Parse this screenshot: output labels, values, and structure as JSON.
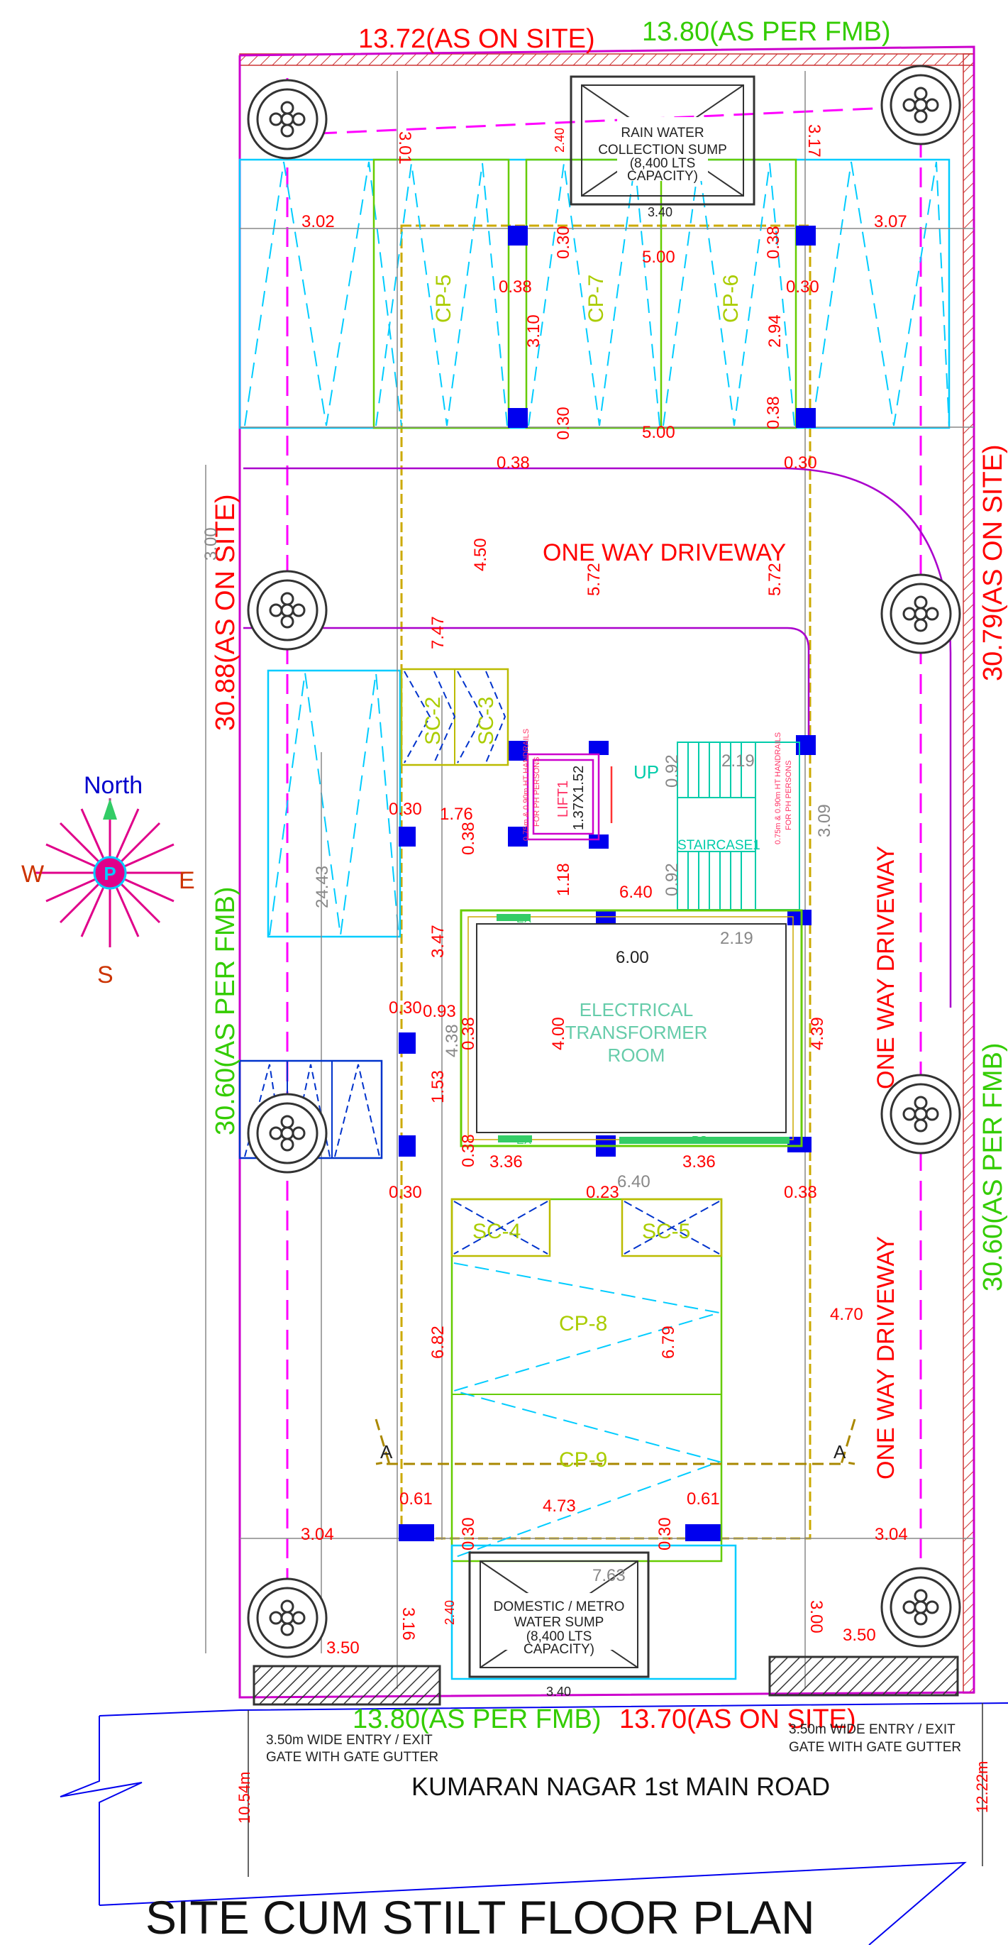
{
  "title": "SITE CUM STILT FLOOR PLAN",
  "road_name": "KUMARAN NAGAR 1st MAIN ROAD",
  "colors": {
    "site_dim": "#ff0000",
    "fmb_dim": "#33cc00",
    "boundary": "#cc00cc",
    "column": "#0000ff",
    "parking": "#00ccff",
    "green_line": "#66cc00",
    "yellow_line": "#ccaa00",
    "staircase": "#00ccaa",
    "dim_grey": "#888888",
    "road_line": "#0000ff"
  },
  "boundary_labels": {
    "top_site": "13.72(AS ON SITE)",
    "top_fmb": "13.80(AS PER FMB)",
    "right_site": "30.79(AS ON SITE)",
    "right_fmb": "30.60(AS PER FMB)",
    "left_site": "30.88(AS ON SITE)",
    "left_fmb": "30.60(AS PER FMB)",
    "bottom_fmb": "13.80(AS PER FMB)",
    "bottom_site": "13.70(AS ON SITE)"
  },
  "compass": {
    "north": "North",
    "south": "S",
    "east": "E",
    "west": "W"
  },
  "rooms": {
    "rain_sump": [
      "RAIN WATER",
      "COLLECTION SUMP",
      "(8,400 LTS",
      "CAPACITY)"
    ],
    "domestic_sump": [
      "DOMESTIC / METRO",
      "WATER SUMP",
      "(8,400 LTS",
      "CAPACITY)"
    ],
    "transformer": [
      "ELECTRICAL",
      "TRANSFORMER",
      "ROOM"
    ],
    "lift": "LIFT1",
    "lift_size": "1.37X1.52",
    "staircase": "STAIRCASE1",
    "up": "UP",
    "driveway": "ONE WAY DRIVEWAY",
    "handrail_1": "0.75m & 0.90m HT HANDRAILS",
    "handrail_2": "FOR PH PERSONS",
    "ex": "EX",
    "rs": "RS"
  },
  "parking": {
    "cp5": "CP-5",
    "cp6": "CP-6",
    "cp7": "CP-7",
    "cp8": "CP-8",
    "cp9": "CP-9",
    "sc2": "SC-2",
    "sc3": "SC-3",
    "sc4": "SC-4",
    "sc5": "SC-5"
  },
  "section_marker": "A",
  "gate_note_1": "3.50m WIDE ENTRY / EXIT",
  "gate_note_2": "GATE WITH GATE GUTTER",
  "road_widths": {
    "left": "10.54m",
    "right": "12.22m"
  },
  "dims": {
    "d301": "3.01",
    "d317": "3.17",
    "d240a": "2.40",
    "d340a": "3.40",
    "d302": "3.02",
    "d307": "3.07",
    "d500a": "5.00",
    "d500b": "5.00",
    "d030a": "0.30",
    "d038a": "0.38",
    "d038b": "0.38",
    "d030b": "0.30",
    "d030c": "0.30",
    "d038c": "0.38",
    "d310": "3.10",
    "d294": "2.94",
    "d038d": "0.38",
    "d030d": "0.30",
    "d300": "3.00",
    "d450": "4.50",
    "d572a": "5.72",
    "d572b": "5.72",
    "d747": "7.47",
    "d2443": "24.43",
    "d030e": "0.30",
    "d176": "1.76",
    "d038e": "0.38",
    "d118": "1.18",
    "d092a": "0.92",
    "d219a": "2.19",
    "d309": "3.09",
    "d092b": "0.92",
    "d640a": "6.40",
    "d219b": "2.19",
    "d347": "3.47",
    "d600": "6.00",
    "d400": "4.00",
    "d439": "4.39",
    "d030f": "0.30",
    "d093": "0.93",
    "d438": "4.38",
    "d038f": "0.38",
    "d153": "1.53",
    "d038g": "0.38",
    "d336a": "3.36",
    "d336b": "3.36",
    "d030g": "0.30",
    "d023": "0.23",
    "d640b": "6.40",
    "d038h": "0.38",
    "d470": "4.70",
    "d682": "6.82",
    "d679": "6.79",
    "d061a": "0.61",
    "d061b": "0.61",
    "d473": "4.73",
    "d030h": "0.30",
    "d030i": "0.30",
    "d304a": "3.04",
    "d304b": "3.04",
    "d763": "7.63",
    "d316": "3.16",
    "d240b": "2.40",
    "d300b": "3.00",
    "d350a": "3.50",
    "d350b": "3.50",
    "d340b": "3.40"
  }
}
